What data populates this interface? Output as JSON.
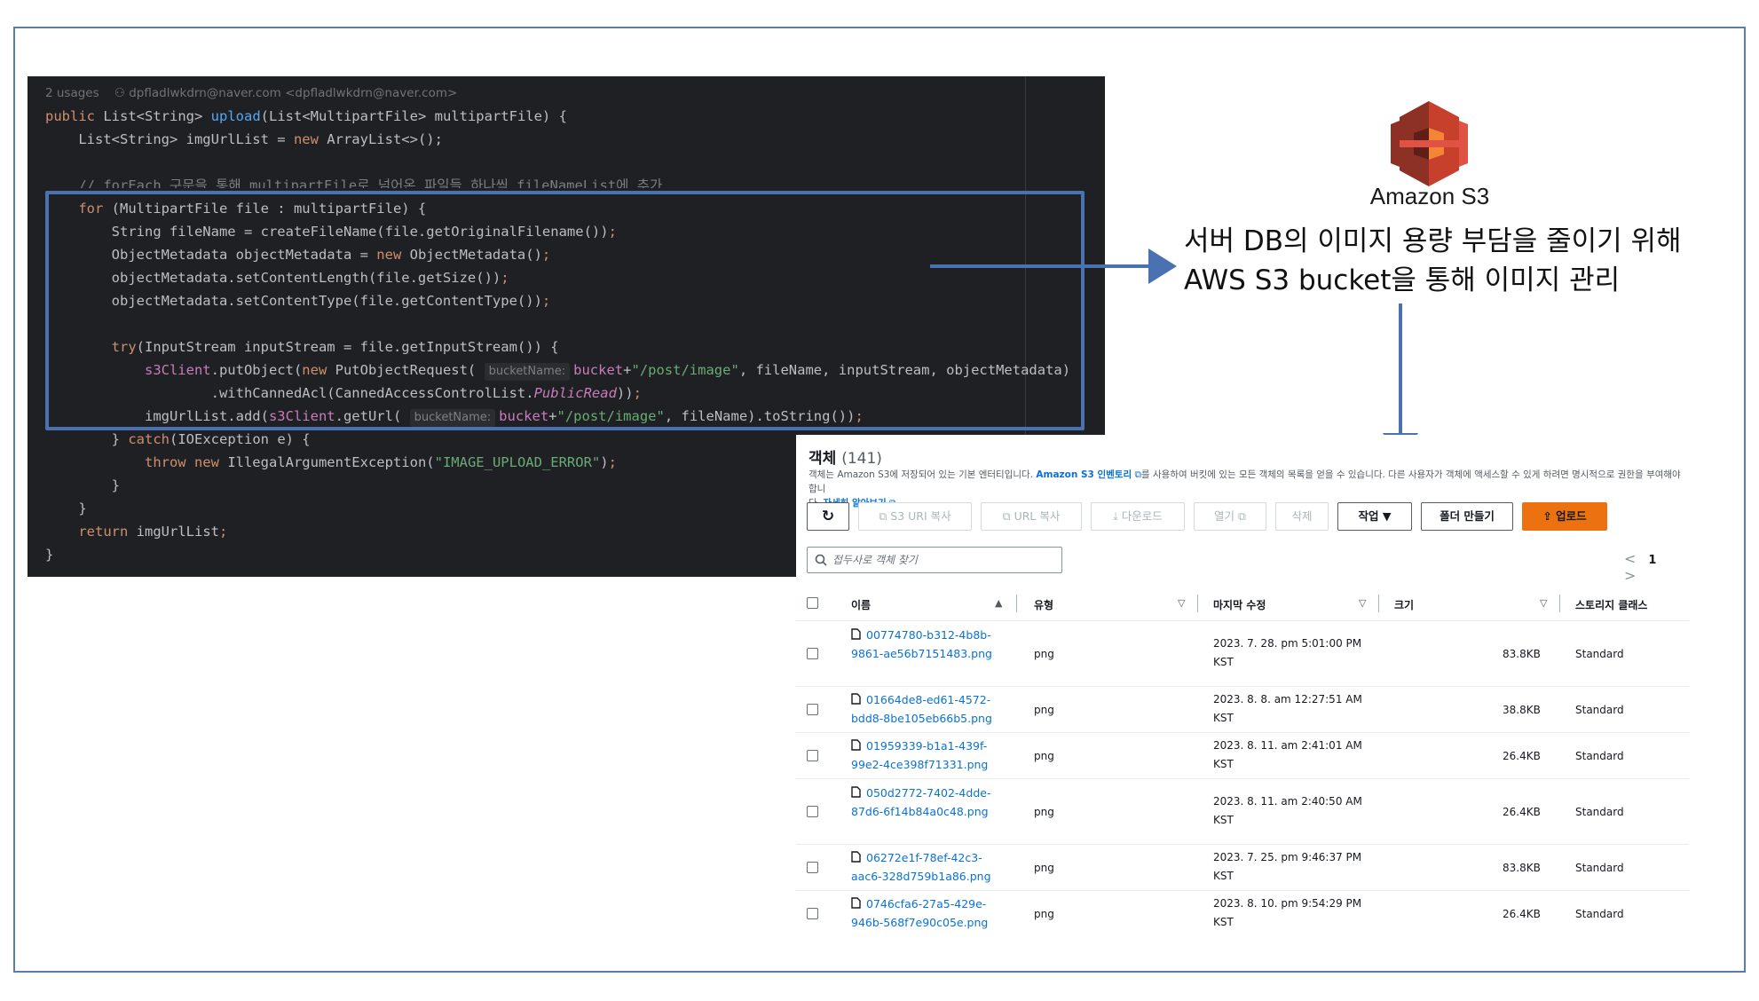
{
  "code": {
    "usages": "2 usages",
    "author": "dpfladlwkdrn@naver.com <dpfladlwkdrn@naver.com>",
    "hint_bucket_name": "bucketName:"
  },
  "s3_logo": {
    "title": "Amazon S3",
    "colors": {
      "dark": "#8c3123",
      "mid": "#c7402b",
      "light": "#e05243"
    }
  },
  "caption": {
    "line1": "서버 DB의 이미지 용량 부담을 줄이기 위해",
    "line2": "AWS S3 bucket을 통해 이미지 관리"
  },
  "s3": {
    "heading": "객체",
    "count": "(141)",
    "desc_pre": "객체는 Amazon S3에 저장되어 있는 기본 엔터티입니다. ",
    "desc_link": "Amazon S3 인벤토리",
    "desc_mid": "를 사용하여 버킷에 있는 모든 객체의 목록을 얻을 수 있습니다. 다른 사용자가 객체에 액세스할 수 있게 하려면 명시적으로 권한을 부여해야 합니",
    "desc_end": "다. ",
    "desc_more": "자세히 알아보기",
    "toolbar": {
      "refresh": "↻",
      "copy_s3_uri": "S3 URI 복사",
      "copy_url": "URL 복사",
      "download": "다운로드",
      "open": "열기",
      "delete": "삭제",
      "actions": "작업 ▼",
      "create_folder": "폴더 만들기",
      "upload": "업로드"
    },
    "search_placeholder": "접두사로 객체 찾기",
    "pager": {
      "prev": "<",
      "page": "1",
      "next": ">"
    },
    "columns": {
      "name": "이름",
      "type": "유형",
      "modified": "마지막 수정",
      "size": "크기",
      "storage": "스토리지 클래스"
    },
    "rows": [
      {
        "name": "00774780-b312-4b8b-9861-ae56b7151483.png",
        "type": "png",
        "modified": "2023. 7. 28. pm 5:01:00 PM KST",
        "size": "83.8KB",
        "storage": "Standard"
      },
      {
        "name": "01664de8-ed61-4572-bdd8-8be105eb66b5.png",
        "type": "png",
        "modified": "2023. 8. 8. am 12:27:51 AM KST",
        "size": "38.8KB",
        "storage": "Standard"
      },
      {
        "name": "01959339-b1a1-439f-99e2-4ce398f71331.png",
        "type": "png",
        "modified": "2023. 8. 11. am 2:41:01 AM KST",
        "size": "26.4KB",
        "storage": "Standard"
      },
      {
        "name": "050d2772-7402-4dde-87d6-6f14b84a0c48.png",
        "type": "png",
        "modified": "2023. 8. 11. am 2:40:50 AM KST",
        "size": "26.4KB",
        "storage": "Standard"
      },
      {
        "name": "06272e1f-78ef-42c3-aac6-328d759b1a86.png",
        "type": "png",
        "modified": "2023. 7. 25. pm 9:46:37 PM KST",
        "size": "83.8KB",
        "storage": "Standard"
      },
      {
        "name": "0746cfa6-27a5-429e-946b-568f7e90c05e.png",
        "type": "png",
        "modified": "2023. 8. 10. pm 9:54:29 PM KST",
        "size": "26.4KB",
        "storage": "Standard"
      }
    ]
  }
}
